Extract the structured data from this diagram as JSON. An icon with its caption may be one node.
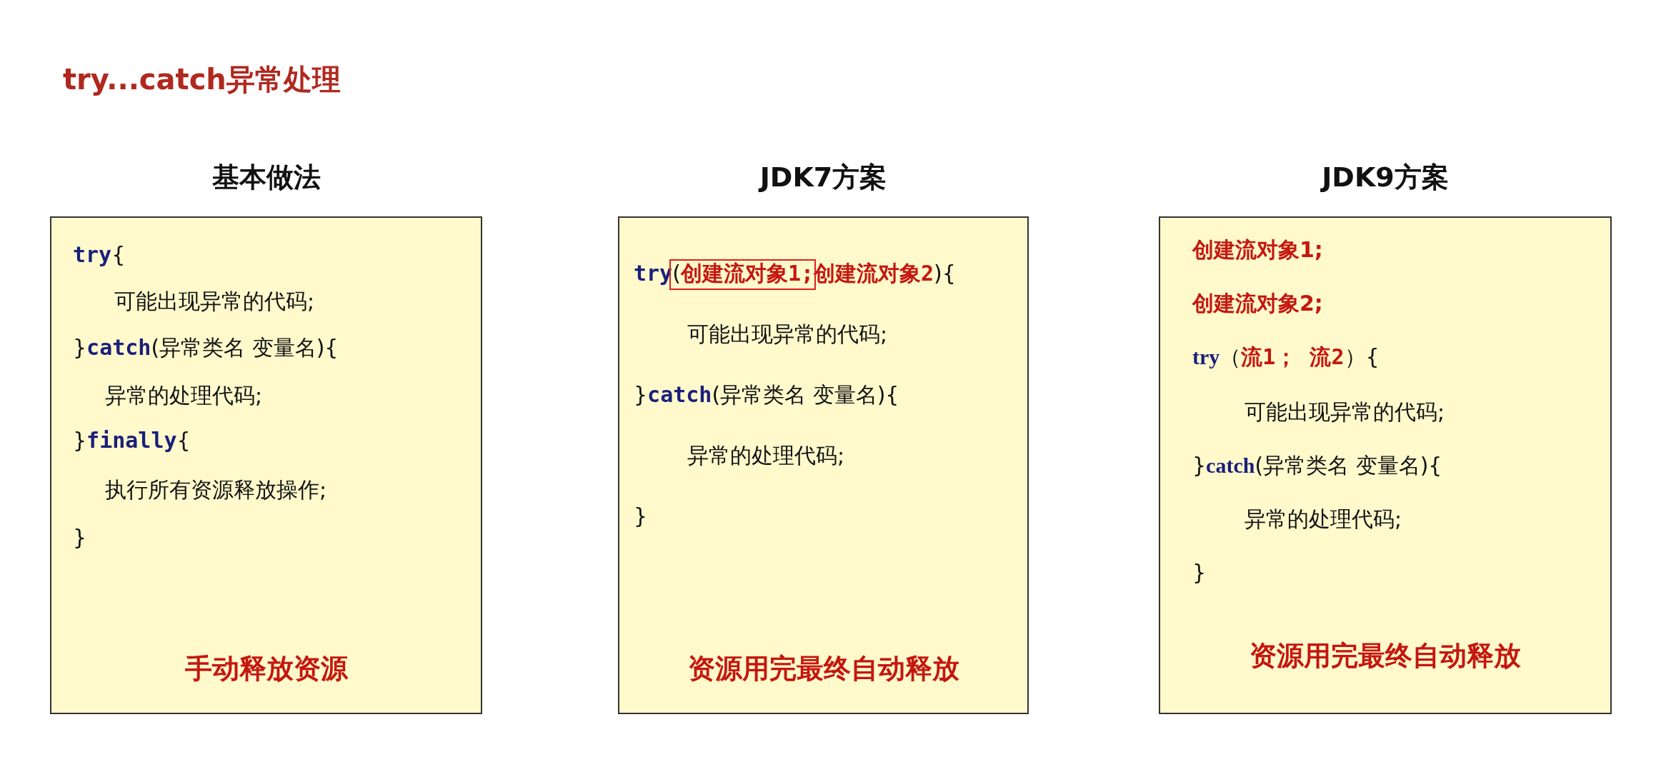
{
  "diagram": {
    "title": "try...catch异常处理",
    "nodes": [
      {
        "text": [
          "基本做法",
          "**try**{",
          "可能出现异常的代码;",
          "}**catch**(异常类名 变量名){",
          "异常的处理代码;",
          "}**finally**{",
          "执行所有资源释放操作;",
          "}",
          "手动释放资源"
        ]
      },
      {
        "text": [
          "JDK7方案",
          "**try**(**创建流对象1;创建流对象2**){",
          "可能出现异常的代码;",
          "}**catch**(异常类名 变量名){",
          "异常的处理代码;",
          "}",
          "资源用完最终自动释放"
        ]
      },
      {
        "text": [
          "JDK9方案",
          "创建流对象1;",
          "创建流对象2;",
          "**try**（**流1； 流2**）{",
          "可能出现异常的代码;",
          "}**catch**(异常类名 变量名){",
          "异常的处理代码;",
          "}",
          "资源用完最终自动释放"
        ]
      }
    ]
  }
}
